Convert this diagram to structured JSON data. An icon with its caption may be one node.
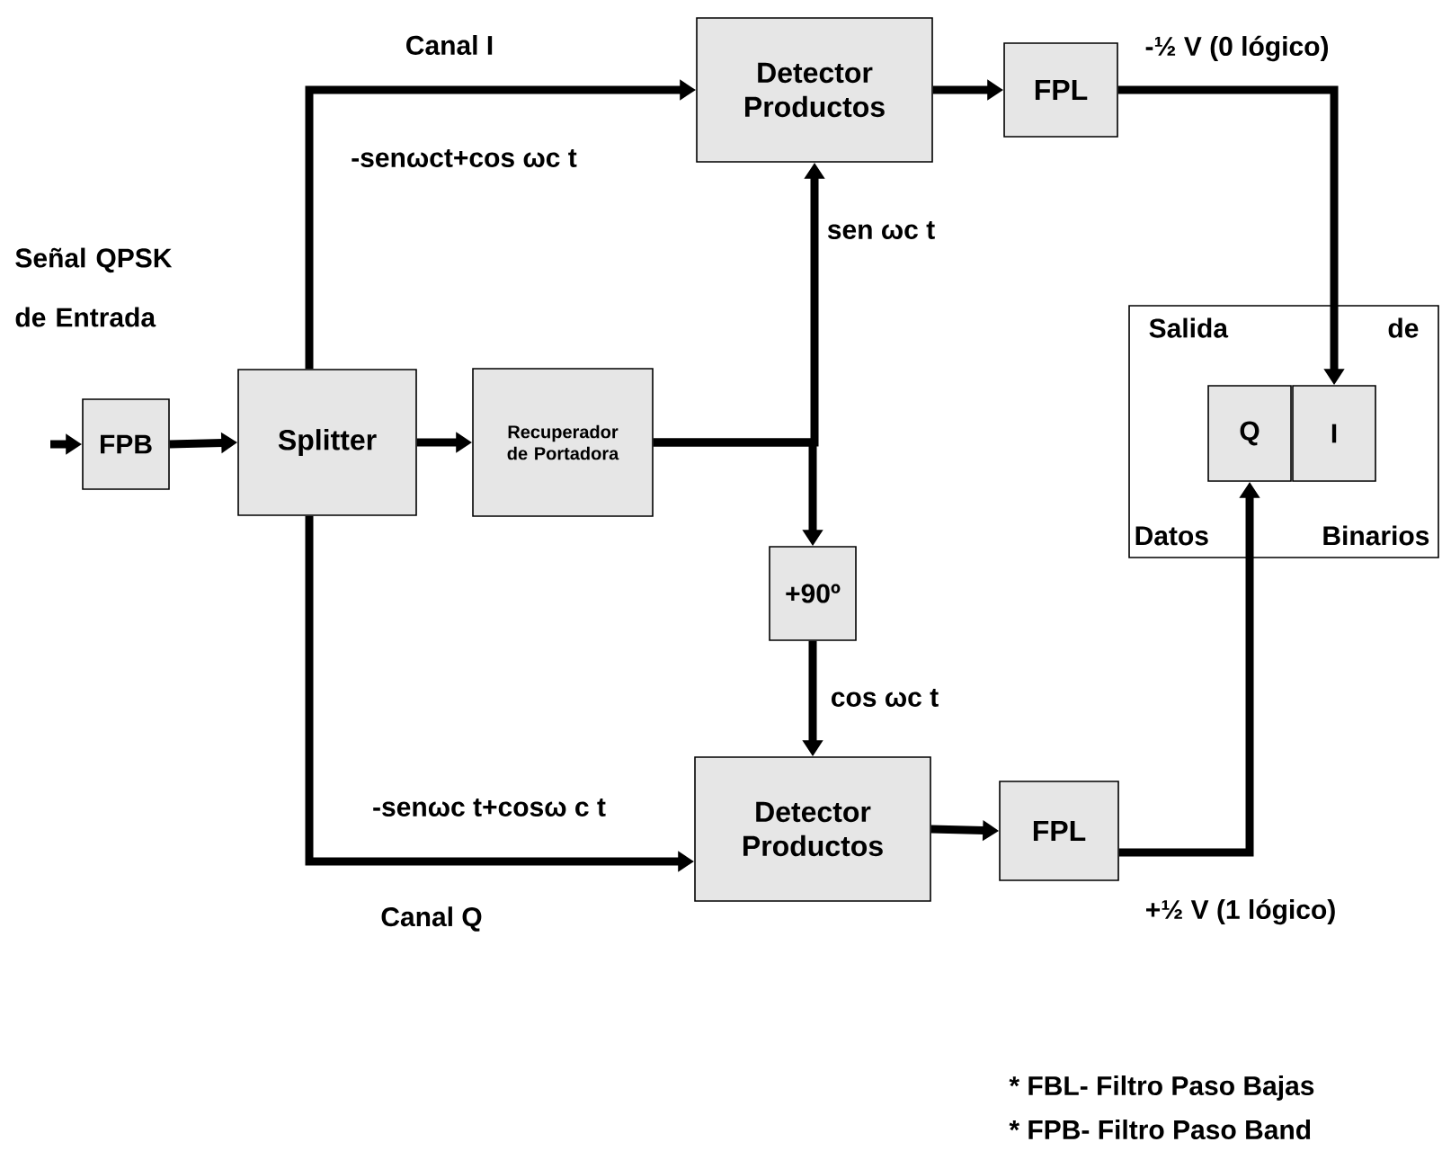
{
  "diagram": {
    "nodes": [
      {
        "text": [
          "FPB"
        ],
        "beside": [
          "Señal QPSK de Entrada"
        ]
      },
      {
        "text": [
          "Splitter"
        ]
      },
      {
        "text": [
          "Recuperador de Portadora"
        ]
      },
      {
        "text": [
          "Detector Productos"
        ]
      },
      {
        "text": [
          "FPL"
        ]
      },
      {
        "text": [
          "+90º"
        ]
      },
      {
        "text": [
          "Detector Productos"
        ]
      },
      {
        "text": [
          "FPL"
        ]
      },
      {
        "text": [
          "Salida",
          "de",
          "Datos",
          "Binarios"
        ]
      },
      {
        "text": [
          "Q"
        ],
        "in": 8
      },
      {
        "text": [
          "I"
        ],
        "in": 8
      }
    ],
    "edges": [
      {
        "from": null,
        "to": 0,
        "arrow": "to"
      },
      {
        "from": 0,
        "to": 1,
        "arrow": "to"
      },
      {
        "from": 1,
        "to": 2,
        "arrow": "to"
      },
      {
        "from": 1,
        "to": 3,
        "arrow": "to",
        "label": "-senωct+cos ωc t"
      },
      {
        "from": 2,
        "to": 3,
        "arrow": "to",
        "label": "sen ωc t"
      },
      {
        "from": 2,
        "to": 5,
        "arrow": "to"
      },
      {
        "from": 5,
        "to": 6,
        "arrow": "to",
        "label": "cos ωc t"
      },
      {
        "from": 1,
        "to": 6,
        "arrow": "to",
        "label": "-senωc t+cosω c t"
      },
      {
        "from": 3,
        "to": 4,
        "arrow": "to"
      },
      {
        "from": 6,
        "to": 7,
        "arrow": "to"
      },
      {
        "from": 4,
        "to": 10,
        "arrow": "to",
        "label": "-½ V (0 lógico)"
      },
      {
        "from": 7,
        "to": 9,
        "arrow": "to",
        "label": "+½ V (1 lógico)"
      }
    ],
    "labels": [
      "Canal I",
      "Canal Q",
      "* FBL- Filtro Paso Bajas",
      "* FPB- Filtro Paso Band"
    ]
  }
}
